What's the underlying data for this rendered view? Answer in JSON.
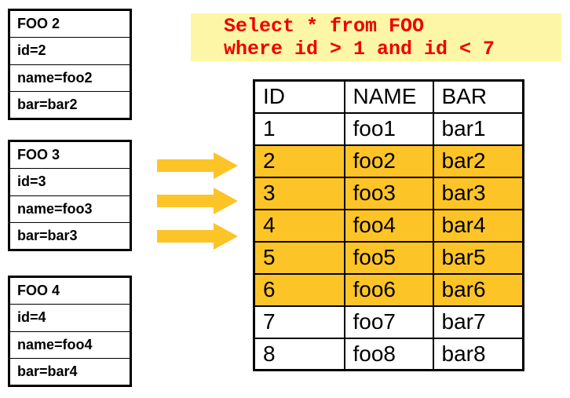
{
  "sql_query": {
    "line1": "Select * from FOO",
    "line2": "where id > 1 and id < 7"
  },
  "record_boxes": [
    {
      "title": "FOO 2",
      "fields": [
        "id=2",
        "name=foo2",
        "bar=bar2"
      ]
    },
    {
      "title": "FOO 3",
      "fields": [
        "id=3",
        "name=foo3",
        "bar=bar3"
      ]
    },
    {
      "title": "FOO 4",
      "fields": [
        "id=4",
        "name=foo4",
        "bar=bar4"
      ]
    }
  ],
  "result_table": {
    "headers": [
      "ID",
      "NAME",
      "BAR"
    ],
    "rows": [
      {
        "cells": [
          "1",
          "foo1",
          "bar1"
        ],
        "highlighted": false
      },
      {
        "cells": [
          "2",
          "foo2",
          "bar2"
        ],
        "highlighted": true
      },
      {
        "cells": [
          "3",
          "foo3",
          "bar3"
        ],
        "highlighted": true
      },
      {
        "cells": [
          "4",
          "foo4",
          "bar4"
        ],
        "highlighted": true
      },
      {
        "cells": [
          "5",
          "foo5",
          "bar5"
        ],
        "highlighted": true
      },
      {
        "cells": [
          "6",
          "foo6",
          "bar6"
        ],
        "highlighted": true
      },
      {
        "cells": [
          "7",
          "foo7",
          "bar7"
        ],
        "highlighted": false
      },
      {
        "cells": [
          "8",
          "foo8",
          "bar8"
        ],
        "highlighted": false
      }
    ]
  },
  "arrows": {
    "count": 3,
    "direction": "right"
  },
  "colors": {
    "highlight": "#FDC428",
    "arrow": "#FDC428",
    "query_background": "#FDF6A6",
    "query_text": "#EE0000",
    "border": "#000000",
    "text": "#000000",
    "background": "#FFFFFF"
  }
}
